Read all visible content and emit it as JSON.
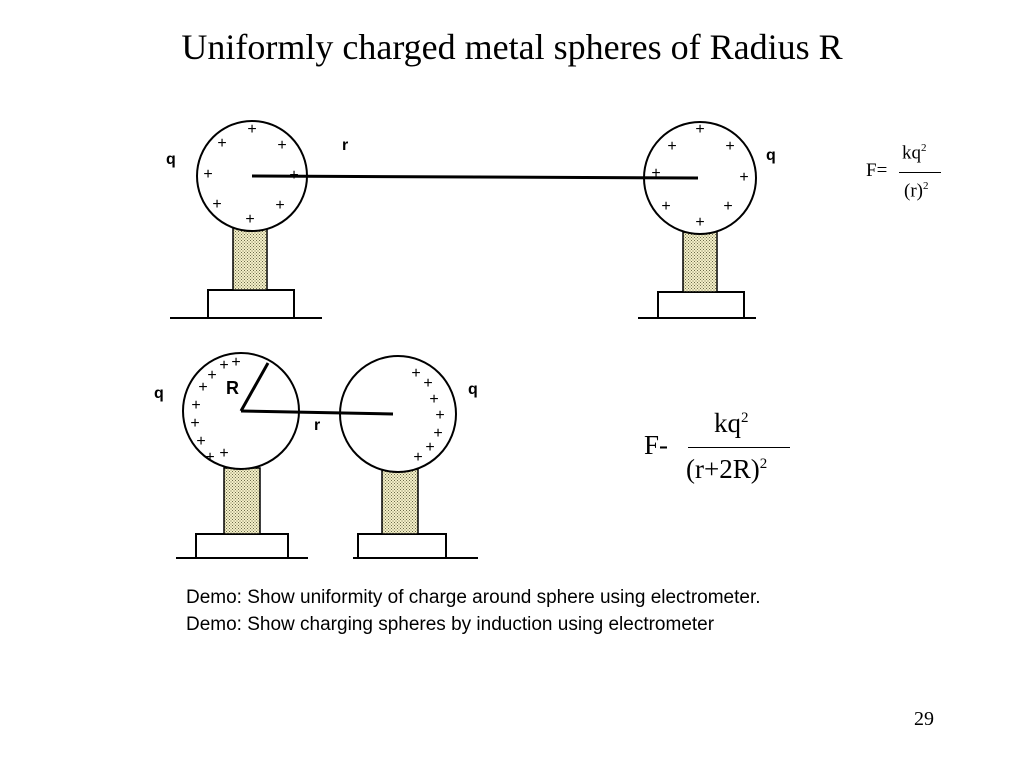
{
  "slide": {
    "title": "Uniformly charged metal spheres of Radius R",
    "page_number": "29"
  },
  "diagram_top": {
    "charge_left": "q",
    "charge_right": "q",
    "distance_label": "r"
  },
  "diagram_bottom": {
    "charge_left": "q",
    "charge_right": "q",
    "radius_label": "R",
    "distance_label": "r"
  },
  "formula_1": {
    "lhs": "F=",
    "numerator": "kq",
    "numerator_exp": "2",
    "denominator": "(r)",
    "denominator_exp": "2"
  },
  "formula_2": {
    "lhs": "F-",
    "numerator": "kq",
    "numerator_exp": "2",
    "denominator": "(r+2R)",
    "denominator_exp": "2"
  },
  "notes": [
    "Demo: Show uniformity of charge around sphere using electrometer.",
    "Demo: Show charging spheres by induction using electrometer"
  ]
}
